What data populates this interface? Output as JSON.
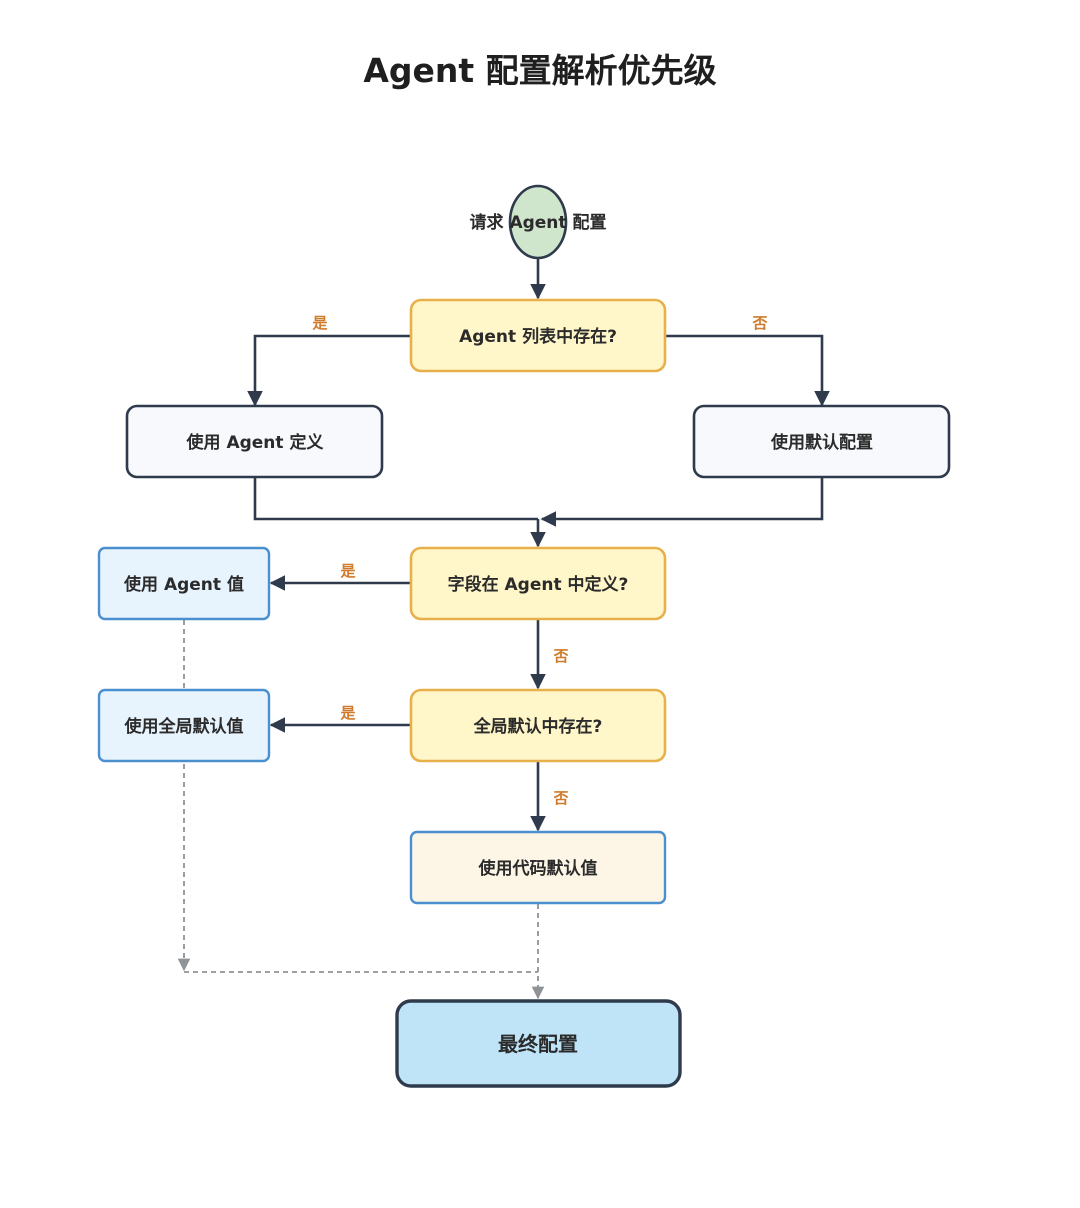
{
  "title": "Agent 配置解析优先级",
  "nodes": {
    "start": "请求 Agent 配置",
    "in_agent_list": "Agent 列表中存在?",
    "use_agent_def": "使用 Agent 定义",
    "use_default_config": "使用默认配置",
    "field_in_agent": "字段在 Agent 中定义?",
    "use_agent_value": "使用 Agent 值",
    "in_global_default": "全局默认中存在?",
    "use_global_default": "使用全局默认值",
    "use_code_default": "使用代码默认值",
    "final_config": "最终配置"
  },
  "edge_labels": {
    "yes_agent_list": "是",
    "no_agent_list": "否",
    "yes_field": "是",
    "no_field": "否",
    "yes_global": "是",
    "no_global": "否"
  },
  "colors": {
    "decision_fill": "#fff7c9",
    "decision_stroke": "#e8b04b",
    "process_fill": "#f7f9fc",
    "process_stroke": "#2f3b4c",
    "value_fill": "#e7f3fd",
    "value_stroke": "#4a8fd0",
    "code_fill": "#fdf6e6",
    "final_fill": "#bfe4f8",
    "start_fill": "#cfe6cc",
    "edge_label": "#d07b2c"
  }
}
